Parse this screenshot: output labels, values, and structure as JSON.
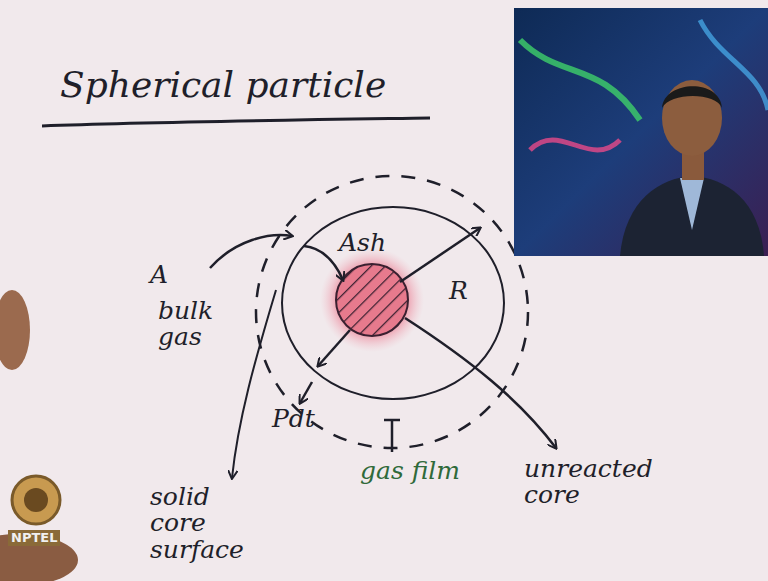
{
  "diagram": {
    "title": "Spherical particle",
    "nodes": [
      {
        "text": [
          "Ash",
          "R"
        ]
      }
    ],
    "labels": [
      "A",
      "bulk gas",
      "Pdt",
      "gas film",
      "unreacted core",
      "solid core surface",
      "NPTEL"
    ]
  }
}
